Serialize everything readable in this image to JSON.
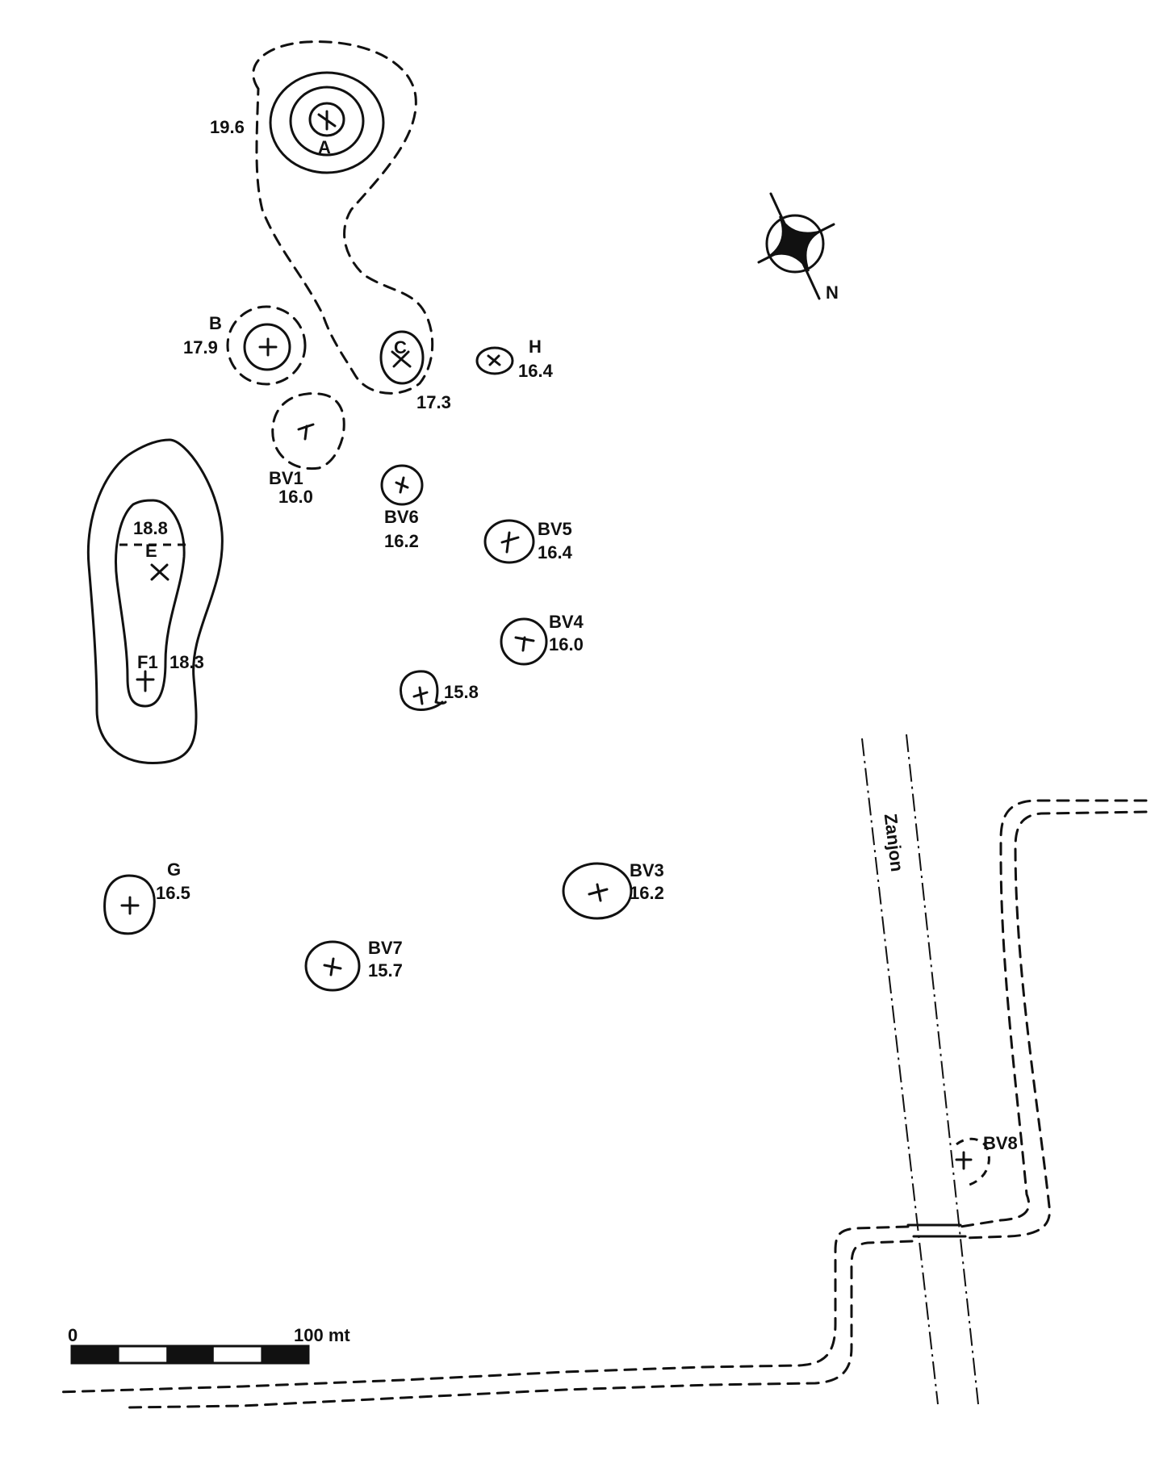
{
  "peaks": {
    "A": {
      "name": "A",
      "elevation": "19.6"
    },
    "B": {
      "name": "B",
      "elevation": "17.9"
    },
    "C": {
      "name": "C",
      "elevation": "17.3"
    },
    "H": {
      "name": "H",
      "elevation": "16.4"
    },
    "BV1": {
      "name": "BV1",
      "elevation": "16.0"
    },
    "BV6": {
      "name": "BV6",
      "elevation": "16.2"
    },
    "BV5": {
      "name": "BV5",
      "elevation": "16.4"
    },
    "E": {
      "name": "E",
      "elevation": "18.8"
    },
    "F1": {
      "name": "F1",
      "elevation": "18.3"
    },
    "BV4": {
      "name": "BV4",
      "elevation": "16.0"
    },
    "unnamed": {
      "elevation": "15.8"
    },
    "G": {
      "name": "G",
      "elevation": "16.5"
    },
    "BV3": {
      "name": "BV3",
      "elevation": "16.2"
    },
    "BV7": {
      "name": "BV7",
      "elevation": "15.7"
    },
    "BV8": {
      "name": "BV8"
    }
  },
  "canal": {
    "label": "Zanjon"
  },
  "north_arrow": {
    "label": "N"
  },
  "scale_bar": {
    "start_label": "0",
    "end_label": "100 mt"
  }
}
